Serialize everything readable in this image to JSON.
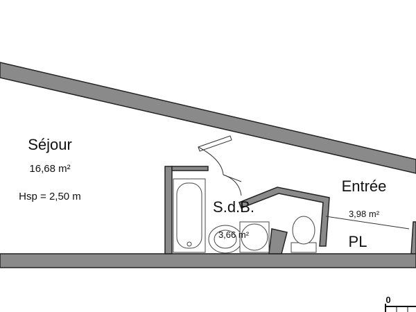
{
  "rooms": {
    "sejour": {
      "name": "Séjour",
      "area": "16,68 m²",
      "height": "Hsp = 2,50 m"
    },
    "sdb": {
      "name": "S.d.B.",
      "area": "3,66 m²"
    },
    "entree": {
      "name": "Entrée",
      "area": "3,98 m²"
    },
    "pl": {
      "name": "PL"
    }
  },
  "scale": {
    "zero_label": "0"
  },
  "colors": {
    "wall_fill": "#8a8a8a",
    "wall_stroke": "#222222",
    "background": "#ffffff"
  }
}
